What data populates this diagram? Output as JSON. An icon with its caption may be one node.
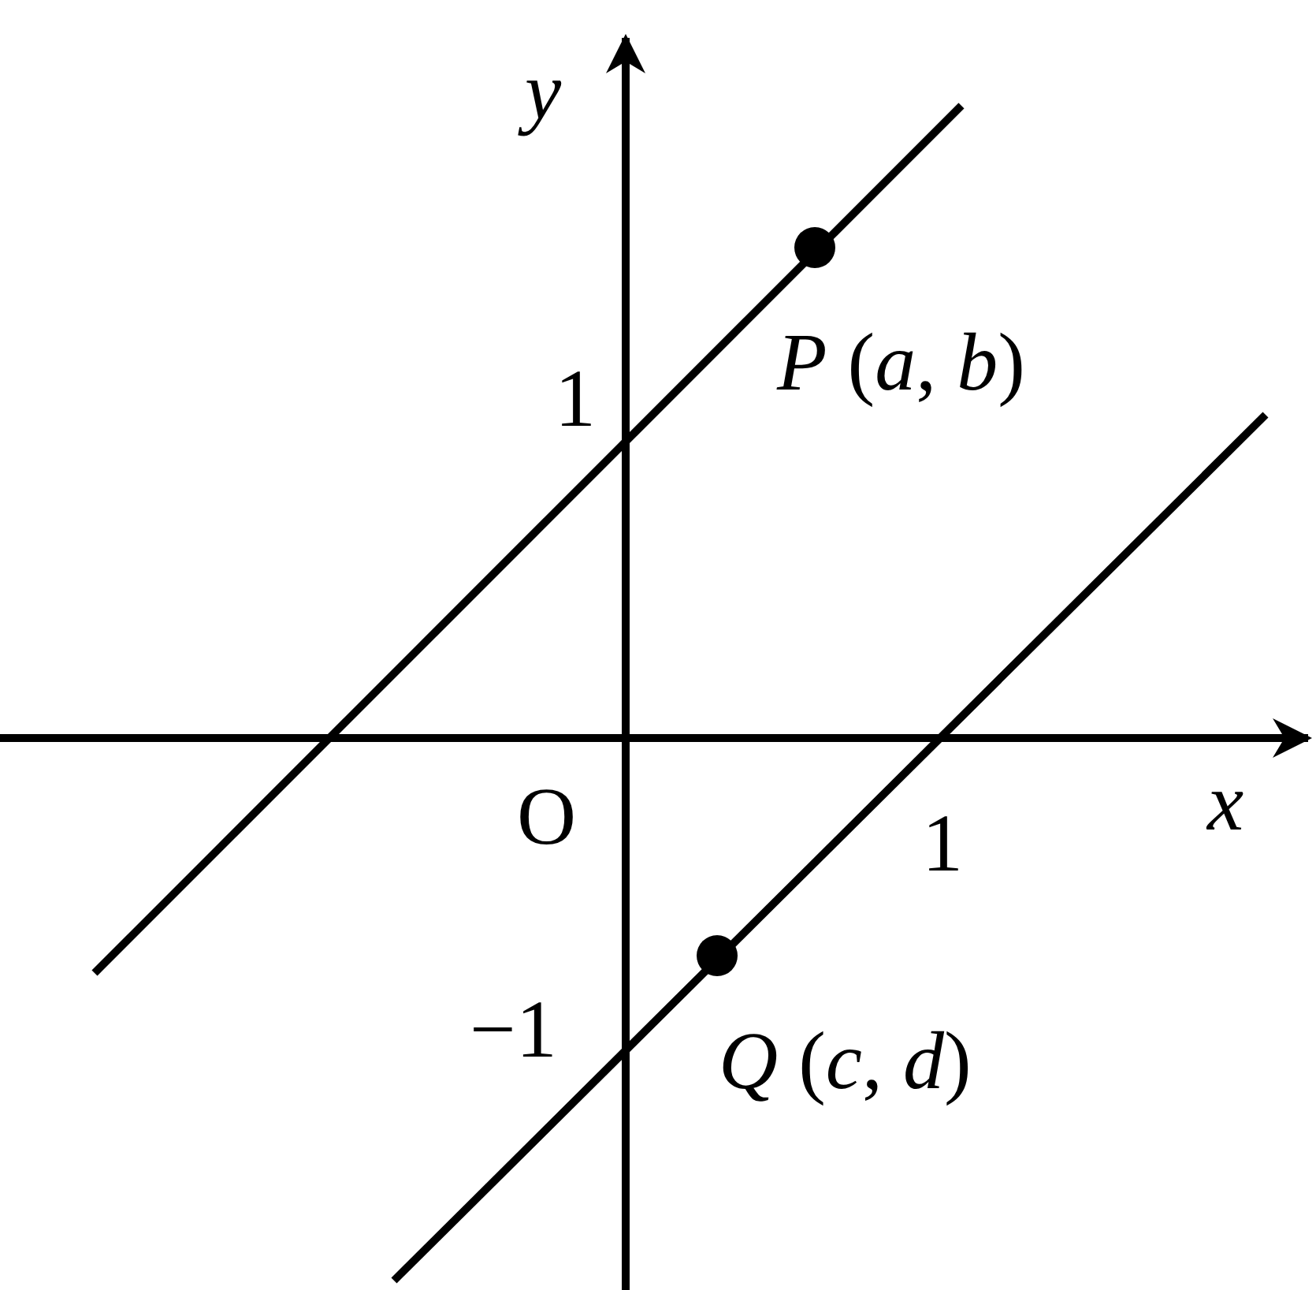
{
  "diagram": {
    "labels": [
      "y",
      "1",
      "*P* (*a*, *b*)",
      "O",
      "*x*",
      "1",
      "−1",
      "*Q* (*c*, *d*)"
    ]
  }
}
